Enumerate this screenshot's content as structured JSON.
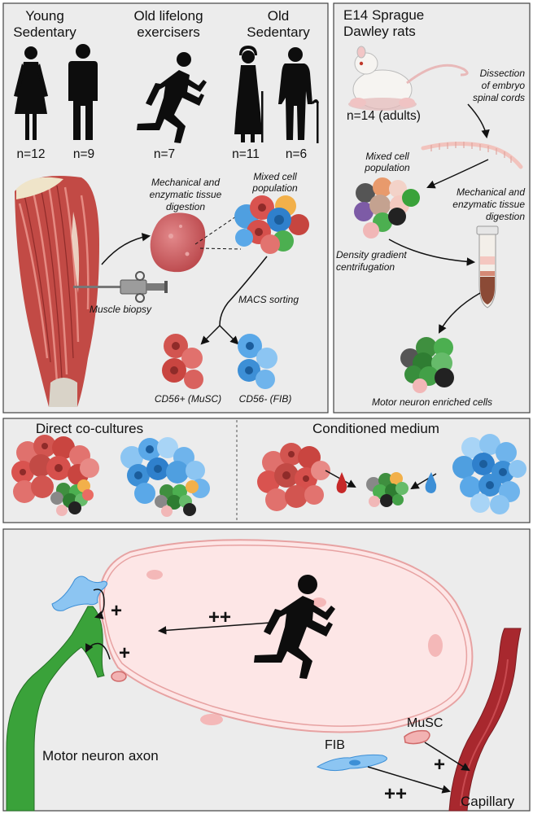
{
  "panel_a": {
    "group_young_line1": "Young",
    "group_young_line2": "Sedentary",
    "group_exer_line1": "Old lifelong",
    "group_exer_line2": "exercisers",
    "group_oldsed_line1": "Old",
    "group_oldsed_line2": "Sedentary",
    "n_female_young": "n=12",
    "n_male_young": "n=9",
    "n_exercisers": "n=7",
    "n_old_female": "n=11",
    "n_old_male": "n=6",
    "digestion_line1": "Mechanical and",
    "digestion_line2": "enzymatic tissue",
    "digestion_line3": "digestion",
    "mixed_line1": "Mixed cell",
    "mixed_line2": "population",
    "macs": "MACS sorting",
    "biopsy": "Muscle biopsy",
    "musc_label": "CD56+ (MuSC)",
    "fib_label": "CD56- (FIB)"
  },
  "panel_b": {
    "title_line1": "E14 Sprague",
    "title_line2": "Dawley rats",
    "n_adults": "n=14 (adults)",
    "dissection_line1": "Dissection",
    "dissection_line2": "of embryo",
    "dissection_line3": "spinal cords",
    "mixed_line1": "Mixed cell",
    "mixed_line2": "population",
    "digestion_line1": "Mechanical and",
    "digestion_line2": "enzymatic tissue",
    "digestion_line3": "digestion",
    "density_line1": "Density gradient",
    "density_line2": "centrifugation",
    "enriched": "Motor neuron enriched cells"
  },
  "panel_c": {
    "direct": "Direct co-cultures",
    "conditioned": "Conditioned medium"
  },
  "panel_d": {
    "plus_upper": "+",
    "plus_lower": "+",
    "plus_plus_exercise": "++",
    "plus_musc": "+",
    "plus_plus_fib": "++",
    "fib": "FIB",
    "musc": "MuSC",
    "axon": "Motor neuron axon",
    "capillary": "Capillary"
  },
  "colors": {
    "musc_red": "#d9534f",
    "fib_blue": "#4a9fe0",
    "neuron_green": "#3aa23a",
    "fiber_pink": "#fce4e4",
    "panel_bg": "#ededed",
    "capillary": "#a8282e"
  }
}
